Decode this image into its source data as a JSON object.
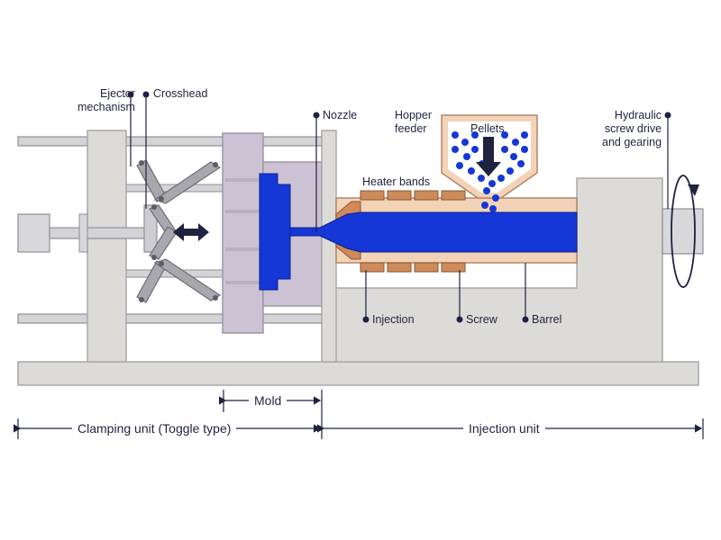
{
  "labels": {
    "ejector": "Ejector\nmechanism",
    "crosshead": "Crosshead",
    "nozzle": "Nozzle",
    "hopper": "Hopper\nfeeder",
    "pellets": "Pellets",
    "hydraulic": "Hydraulic\nscrew drive\nand gearing",
    "heater": "Heater bands",
    "injection": "Injection",
    "screw": "Screw",
    "barrel": "Barrel",
    "mold": "Mold",
    "clamping": "Clamping unit (Toggle type)",
    "injection_unit": "Injection unit"
  },
  "colors": {
    "frame": "#dddbd8",
    "frame_stroke": "#a9a8ac",
    "mold": "#cbc3d3",
    "plastic": "#1537d8",
    "heater": "#cf8a5a",
    "barrel": "#f3d3b8",
    "link": "#a7a7ad",
    "ink": "#1f2340"
  }
}
